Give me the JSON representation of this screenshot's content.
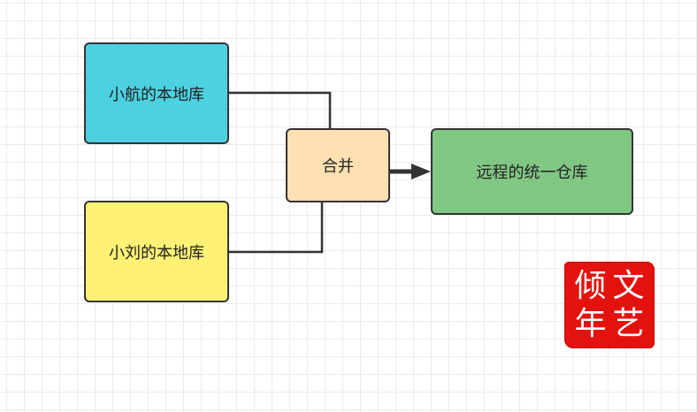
{
  "nodes": {
    "local_a": {
      "label": "小航的本地库",
      "fill": "#4dd1e1"
    },
    "local_b": {
      "label": "小刘的本地库",
      "fill": "#fff176"
    },
    "merge": {
      "label": "合并",
      "fill": "#ffe0b2"
    },
    "remote": {
      "label": "远程的统一仓库",
      "fill": "#81c784"
    }
  },
  "edges": [
    {
      "from": "小航的本地库",
      "to": "合并"
    },
    {
      "from": "小刘的本地库",
      "to": "合并"
    },
    {
      "from": "合并",
      "to": "远程的统一仓库"
    }
  ],
  "seal": {
    "chars": [
      "倾",
      "文",
      "年",
      "艺"
    ],
    "color": "#e4120e"
  },
  "colors": {
    "stroke": "#333333",
    "grid": "#ebebeb"
  }
}
